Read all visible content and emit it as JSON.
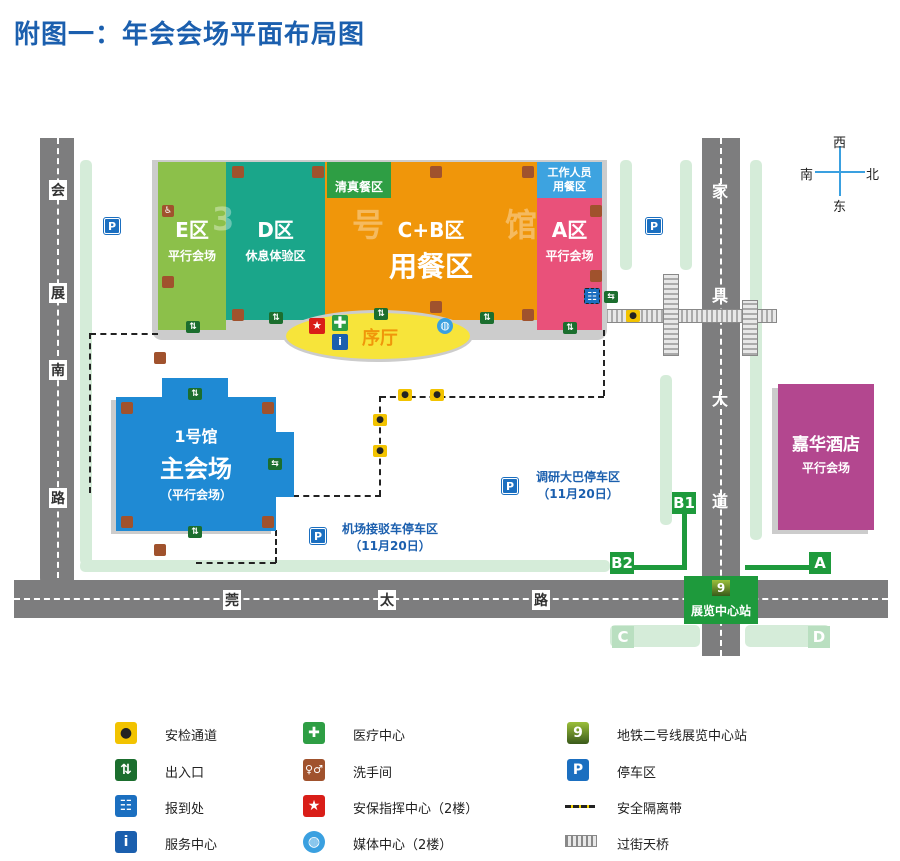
{
  "title": "附图一：年会会场平面布局图",
  "compass": {
    "west": "西",
    "south": "南",
    "north": "北",
    "east": "东"
  },
  "roads": {
    "left": [
      "会",
      "展",
      "南",
      "路"
    ],
    "right": [
      "家",
      "具",
      "大",
      "道"
    ],
    "bottom": [
      "莞",
      "太",
      "路"
    ]
  },
  "hall3": {
    "number_chars": [
      "3",
      "号",
      "馆"
    ],
    "e_zone": {
      "name": "E区",
      "sub": "平行会场"
    },
    "d_zone": {
      "name": "D区",
      "sub": "休息体验区"
    },
    "halal": "清真餐区",
    "cb_zone": {
      "name": "C+B区",
      "sub": "用餐区"
    },
    "staff": "工作人员用餐区",
    "a_zone": {
      "name": "A区",
      "sub": "平行会场"
    },
    "lobby": "序厅"
  },
  "hall1": {
    "name": "1号馆",
    "main": "主会场",
    "sub": "（平行会场）"
  },
  "hotel": {
    "name": "嘉华酒店",
    "sub": "平行会场"
  },
  "parking": [
    {
      "name": "机场接驳车停车区",
      "date": "（11月20日）"
    },
    {
      "name": "调研大巴停车区",
      "date": "（11月20日）"
    }
  ],
  "metro": {
    "station": "展览中心站",
    "exits": [
      "A",
      "B1",
      "B2",
      "C",
      "D"
    ]
  },
  "icons": {
    "parking": "P",
    "info": "i",
    "door": "⇅",
    "wc": "🚻"
  },
  "legend": [
    {
      "icon": "security-guard-icon",
      "label": "安检通道"
    },
    {
      "icon": "medical-cross-icon",
      "label": "医疗中心"
    },
    {
      "icon": "metro-logo-icon",
      "label": "地铁二号线展览中心站"
    },
    {
      "icon": "entrance-exit-icon",
      "label": "出入口"
    },
    {
      "icon": "restroom-icon",
      "label": "洗手间"
    },
    {
      "icon": "parking-icon",
      "label": "停车区"
    },
    {
      "icon": "registration-icon",
      "label": "报到处"
    },
    {
      "icon": "star-icon",
      "label": "安保指挥中心（2楼）"
    },
    {
      "icon": "barrier-tape-icon",
      "label": "安全隔离带"
    },
    {
      "icon": "info-icon",
      "label": "服务中心"
    },
    {
      "icon": "globe-icon",
      "label": "媒体中心（2楼）"
    },
    {
      "icon": "skybridge-icon",
      "label": "过街天桥"
    }
  ],
  "colors": {
    "title": "#1b5fae",
    "e": "#8cc04a",
    "d": "#1aa68a",
    "cb": "#f0960a",
    "a": "#e9517a",
    "hall1": "#1f8ad4",
    "hotel": "#b3478f",
    "metro": "#1e9a3c"
  }
}
